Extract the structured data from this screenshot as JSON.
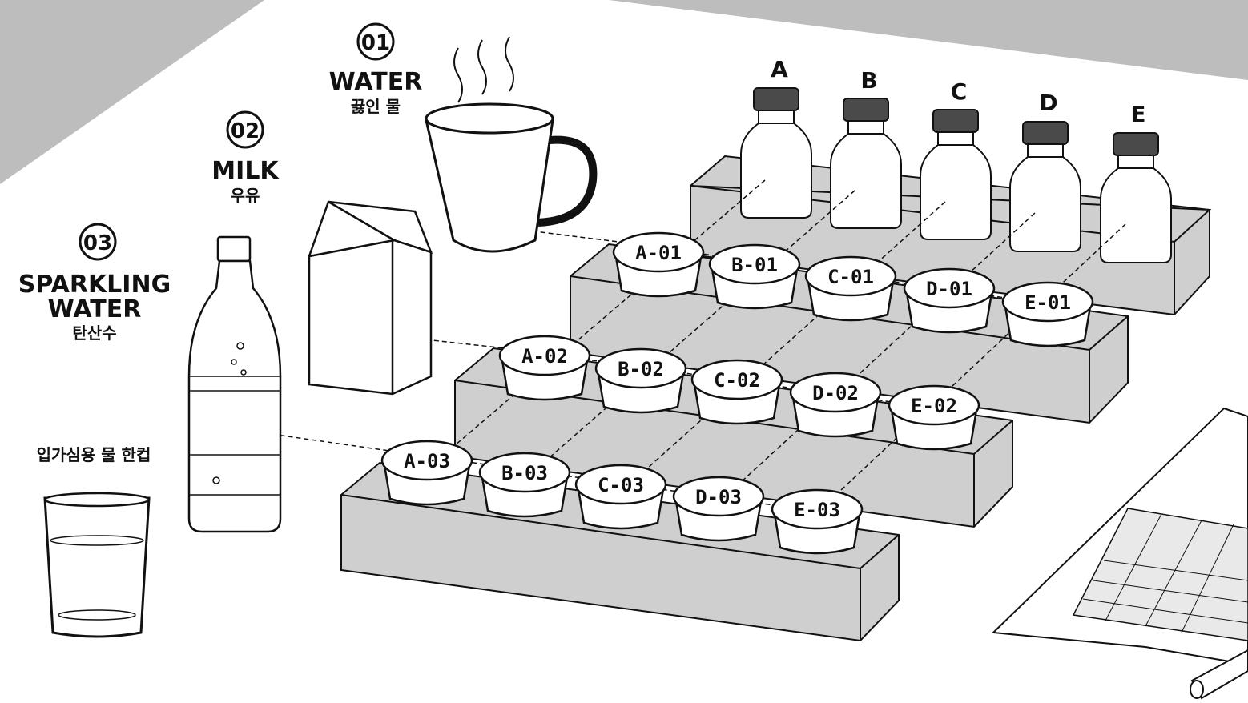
{
  "liquids": [
    {
      "number": "01",
      "name_en": "WATER",
      "name_ko": "끓인 물"
    },
    {
      "number": "02",
      "name_en": "MILK",
      "name_ko": "우유"
    },
    {
      "number": "03",
      "name_en": "SPARKLING WATER",
      "name_en_line1": "SPARKLING",
      "name_en_line2": "WATER",
      "name_ko": "탄산수"
    }
  ],
  "bottles": [
    "A",
    "B",
    "C",
    "D",
    "E"
  ],
  "cups": {
    "row1": [
      "A-01",
      "B-01",
      "C-01",
      "D-01",
      "E-01"
    ],
    "row2": [
      "A-02",
      "B-02",
      "C-02",
      "D-02",
      "E-02"
    ],
    "row3": [
      "A-03",
      "B-03",
      "C-03",
      "D-03",
      "E-03"
    ]
  },
  "rinse_label": "입가심용 물 한컵"
}
